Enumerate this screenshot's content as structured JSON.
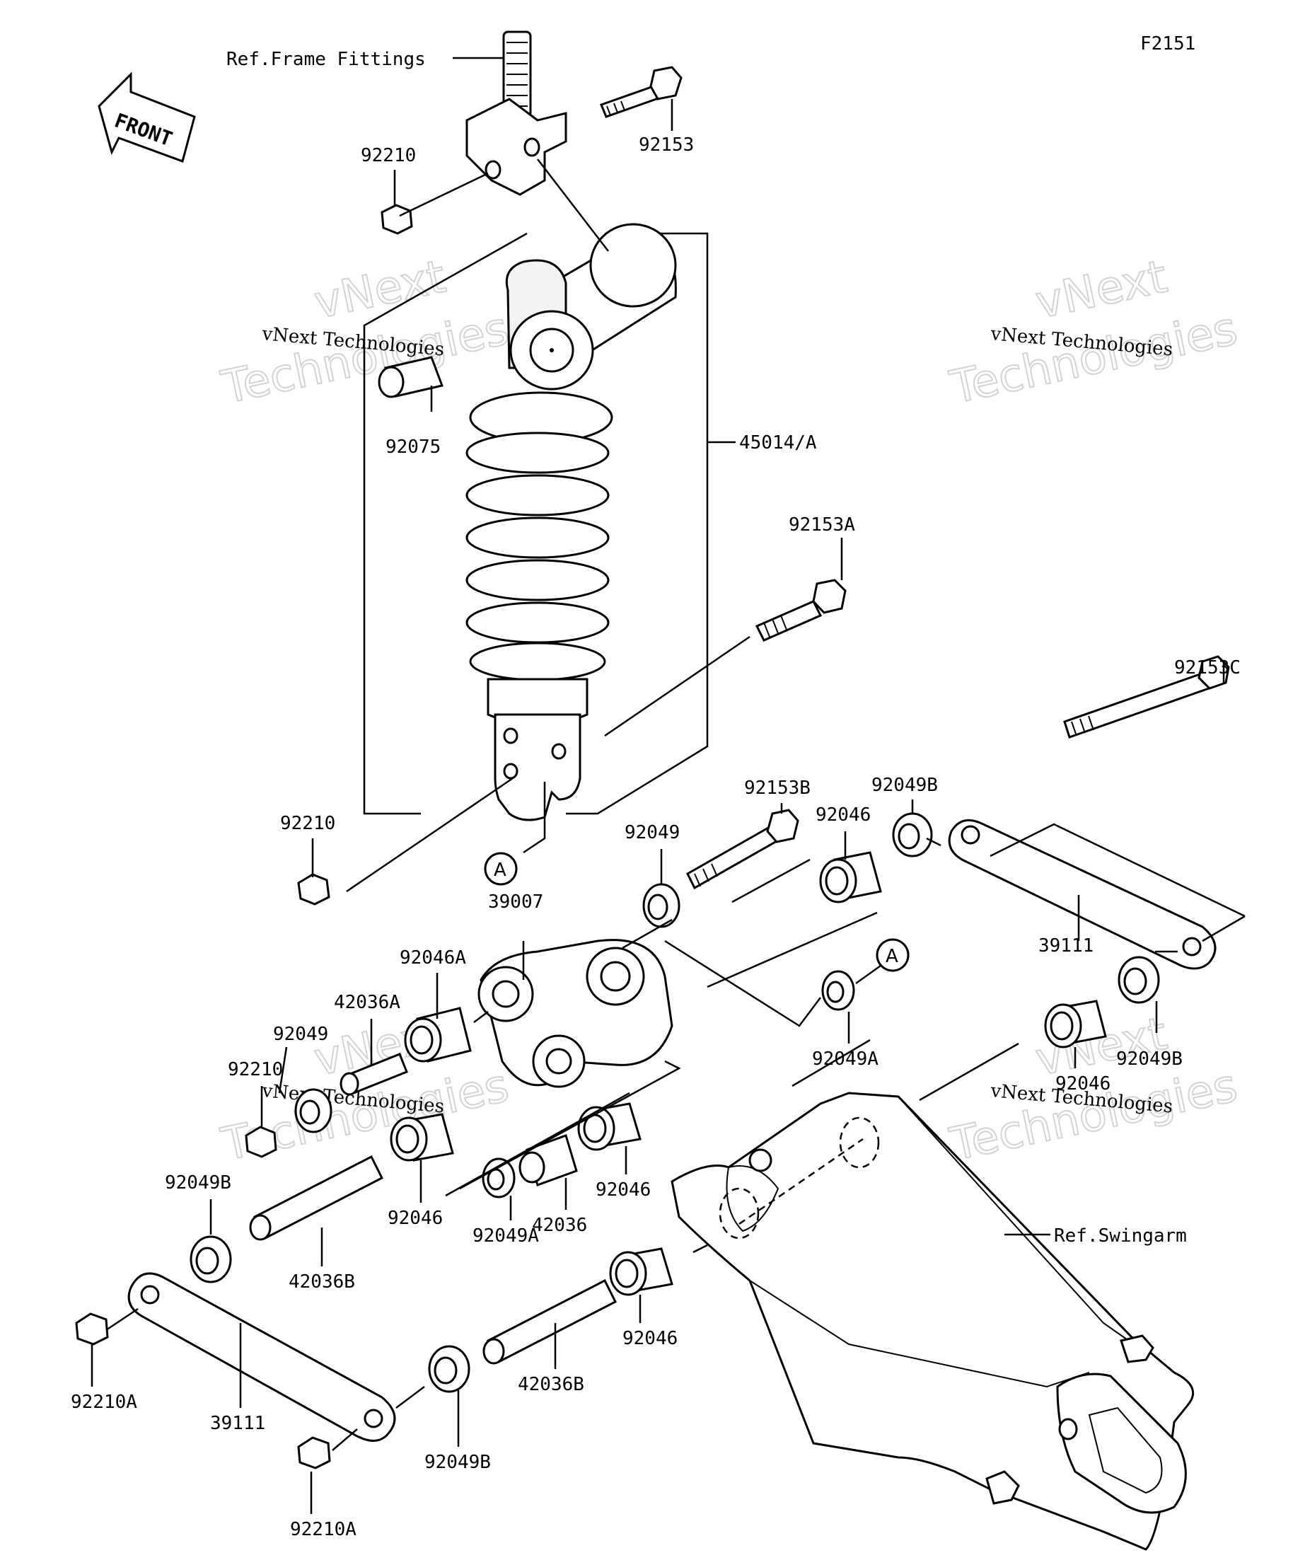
{
  "figure_code": "F2151",
  "front_label": "FRONT",
  "ref_labels": {
    "frame_fittings": "Ref.Frame Fittings",
    "swingarm": "Ref.Swingarm"
  },
  "watermark": {
    "brand_top": "vNext",
    "brand_bottom": "Technologies",
    "small": "vNext Technologies"
  },
  "callout_letter": "A",
  "part_numbers": {
    "p92153": "92153",
    "p92210_top": "92210",
    "p92075": "92075",
    "p45014A": "45014/A",
    "p92153A": "92153A",
    "p92153C": "92153C",
    "p92210_mid": "92210",
    "p92153B": "92153B",
    "p92049B_top": "92049B",
    "p92049_top": "92049",
    "p92046_top": "92046",
    "p39007": "39007",
    "p39111_right": "39111",
    "p92046A": "92046A",
    "p42036A": "42036A",
    "p92049_left": "92049",
    "p92210_left": "92210",
    "p92049A_right": "92049A",
    "p92049B_right": "92049B",
    "p92046_right": "92046",
    "p92049B_left": "92049B",
    "p92046_mid1": "92046",
    "p92049A_mid": "92049A",
    "p42036": "42036",
    "p92046_mid2": "92046",
    "p42036B_left": "42036B",
    "p92046_low": "92046",
    "p42036B_low": "42036B",
    "p92210A_left": "92210A",
    "p39111_left": "39111",
    "p92049B_low": "92049B",
    "p92210A_bottom": "92210A"
  }
}
